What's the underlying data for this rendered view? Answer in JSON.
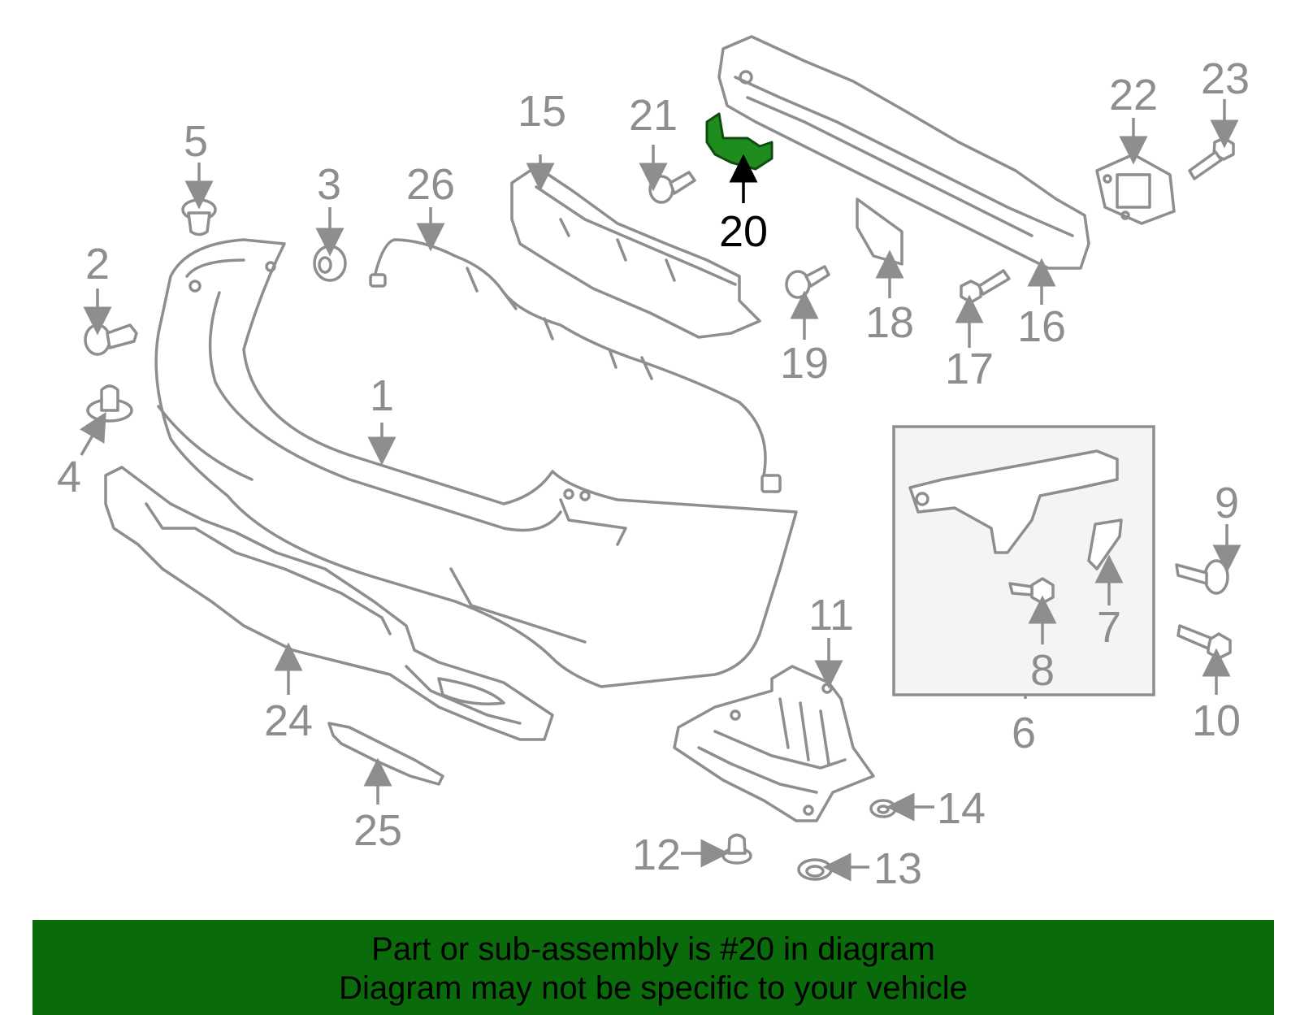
{
  "diagram": {
    "highlight_color": "#1f8c1f",
    "callouts": [
      "1",
      "2",
      "3",
      "4",
      "5",
      "6",
      "7",
      "8",
      "9",
      "10",
      "11",
      "12",
      "13",
      "14",
      "15",
      "16",
      "17",
      "18",
      "19",
      "20",
      "21",
      "22",
      "23",
      "24",
      "25",
      "26"
    ],
    "highlighted_part": "20"
  },
  "banner": {
    "background": "#0a6b0a",
    "line1": "Part or sub-assembly is #20 in diagram",
    "line2": "Diagram may not be specific to your vehicle"
  }
}
